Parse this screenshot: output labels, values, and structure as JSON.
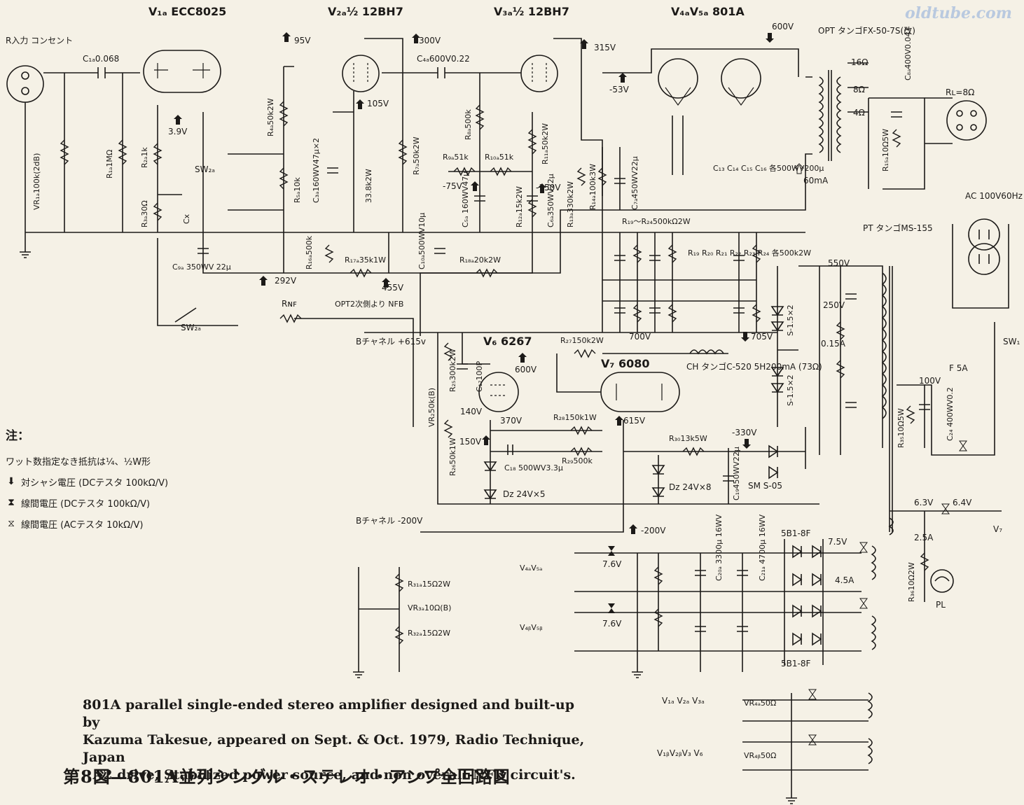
{
  "watermark": "oldtube.com",
  "tubes": {
    "v1": "V₁ₐ ECC8025",
    "v2": "V₂ₐ½ 12BH7",
    "v3": "V₃ₐ½ 12BH7",
    "v4v5": "V₄ₐV₅ₐ 801A",
    "v6": "V₆ 6267",
    "v7": "V₇ 6080"
  },
  "labels": {
    "input": "R入力\nコンセント",
    "c1": "C₁ₐ0.068",
    "vr1": "VR₁ₐ100k(2dB)",
    "r1": "R₁ₐ1MΩ",
    "r2": "R₂ₐ1k",
    "r3": "R₃ₐ30Ω",
    "sw2": "SW₂ₐ",
    "cx": "Cx",
    "c9": "C₉ₐ 350WV 22μ",
    "r4": "R₄ₐ50k2W",
    "r5": "R₅ₐ10k",
    "c3": "C₃ₐ160WV47μ×2",
    "vr_338": "33.8k2W",
    "c4": "C₄ₐ600V0.22",
    "r7": "R₇ₐ50k2W",
    "r8": "R₈ₐ500k",
    "r9": "R₉ₐ51k",
    "r10": "R₁₀ₐ51k",
    "c5": "C₅ₐ 160WV47μ",
    "r11": "R₁₁ₐ50k2W",
    "r12": "R₁₂ₐ15k2W",
    "c6": "C₆ₐ350WV22μ",
    "r13": "R₁₃ₐ330k2W",
    "r14": "R₁₄ₐ100k3W",
    "c7": "C₇ₐ450WV22μ",
    "r16": "R₁₆ₐ500k",
    "r17": "R₁₇ₐ35k1W",
    "c10": "C₁₀ₐ500WV10μ",
    "r18": "R₁₈ₐ20k2W",
    "rnf": "Rɴꜰ",
    "nfb_from": "OPT2次側より NFB",
    "opt": "OPT タンゴFX-50-7S(改)",
    "c8": "C₈ₐ400V0.047",
    "r15": "R₁₅ₐ10Ω5W",
    "rl": "Rʟ=8Ω",
    "c13_16": "C₁₃ C₁₄ C₁₅ C₁₆ 各500WV200μ",
    "r19_24": "R₁₉～R₂₄500kΩ2W",
    "r_group": "R₁₉ R₂₀ R₂₁ R₂₂ R₂₃ R₂₄ 各500k2W",
    "pt": "PT タンゴMS-155",
    "ac": "AC 100V60Hz",
    "sw1": "SW₁",
    "fuse": "F 5A",
    "c24": "C₂₄ 400WV0.2",
    "r35": "R₃₅10Ω5W",
    "diode_s": "S-1.5×2",
    "ch": "CH タンゴC-520 5H200mA (73Ω)",
    "r27": "R₂₇150k2W",
    "c17": "C₁₇100P",
    "r25": "R₂₅300k2W",
    "vr2": "VR₂50k(B)",
    "r26": "R₂₆50k1W",
    "r28": "R₂₈150k1W",
    "r29": "R₂₉500k",
    "c18": "C₁₈ 500WV3.3μ",
    "dz1": "Dz 24V×5",
    "r30": "R₃₀13k5W",
    "dz2": "Dz 24V×8",
    "c19": "C₁₉450WV22μ",
    "sm": "SM S-05",
    "b_plus": "Bチャネル +615v",
    "b_minus": "Bチャネル -200V",
    "r31": "R₃₁ₐ15Ω2W",
    "vr3": "VR₃ₐ10Ω(B)",
    "r32": "R₃₂ₐ15Ω2W",
    "heater_a": "V₄ₐV₅ₐ",
    "heater_b": "V₄ᵦV₅ᵦ",
    "c20a": "C₂₀ₐ 3300μ 16WV",
    "c21a": "C₂₁ₐ 4700μ 16WV",
    "rect": "5B1-8F",
    "r36": "R₃₆10Ω2W",
    "pl": "PL",
    "vr4a": "VR₄ₐ50Ω",
    "vr4b": "VR₄ᵦ50Ω",
    "heater_v1": "V₁ₐ V₂ₐ V₃ₐ",
    "heater_v1b": "V₁ᵦV₂ᵦV₃ V₆",
    "v7": "V₇"
  },
  "voltages": [
    "95V",
    "300V",
    "315V",
    "600V",
    "3.9V",
    "105V",
    "-53V",
    "-75V",
    "-150V",
    "292V",
    "455V",
    "700V",
    "705V",
    "600V",
    "615V",
    "140V",
    "150V",
    "370V",
    "-330V",
    "-200V",
    "550V",
    "250V",
    "0.15A",
    "60mA",
    "16Ω",
    "8Ω",
    "4Ω",
    "100V",
    "6.3V",
    "6.4V",
    "2.5A",
    "7.5V",
    "4.5A",
    "7.6V"
  ],
  "notes": {
    "head": "注：",
    "line1": "ワット数指定なき抵抗は¼、½W形",
    "line2": "対シャシ電圧 (DCテスタ 100kΩ/V)",
    "line3": "線間電圧 (DCテスタ 100kΩ/V)",
    "line4": "線間電圧 (ACテスタ 10kΩ/V)"
  },
  "caption": {
    "line1": "801A parallel single-ended stereo amplifier designed and built-up by",
    "line2": "Kazuma Takesue, appeared on Sept. & Oct. 1979, Radio Technique, Japan",
    "line3": "- A2 drive, Stabilized power source, and non overall-NFB circuit's.",
    "japanese": "第8図—801A並列シングル・ステレオ・アンプ全回路図"
  }
}
